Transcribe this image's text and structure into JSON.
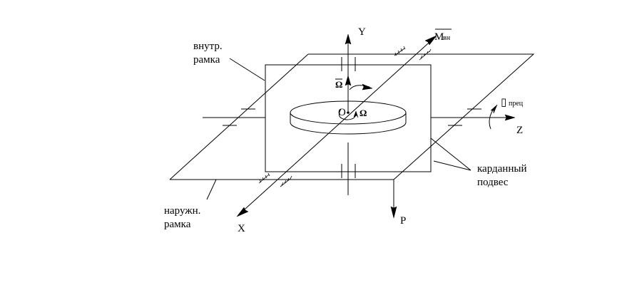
{
  "diagram": {
    "title": "Gyroscope in gimbal suspension",
    "axes": {
      "y_label": "Y",
      "z_label": "Z",
      "x_label": "X",
      "p_label": "P"
    },
    "moment_label": "M",
    "moment_subscript": "вн",
    "precession_symbol": "▯",
    "precession_subscript": "прец",
    "omega_vector_label": "Ω",
    "omega_spin_label": "Ω",
    "origin_label": "O",
    "labels": {
      "inner_frame_line1": "внутр.",
      "inner_frame_line2": "рамка",
      "outer_frame_line1": "наружн.",
      "outer_frame_line2": "рамка",
      "gimbal_line1": "карданный",
      "gimbal_line2": "подвес"
    }
  }
}
